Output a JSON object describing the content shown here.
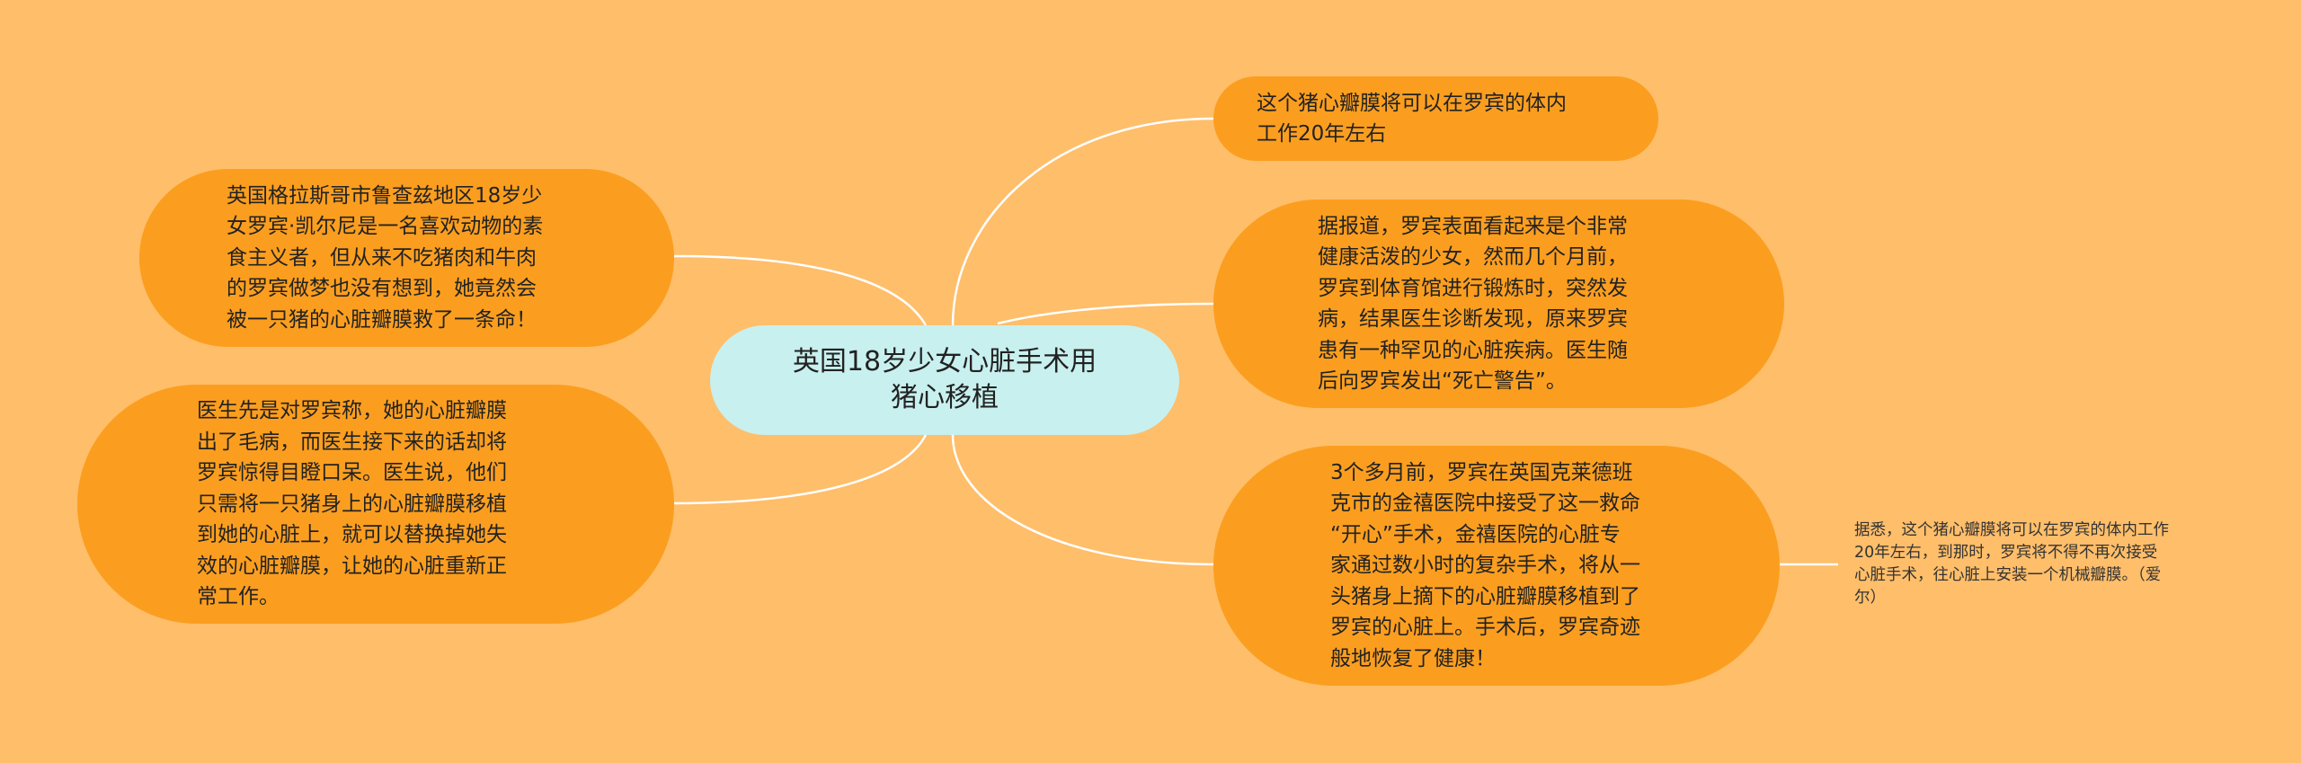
{
  "colors": {
    "background": "#ffbe6a",
    "center_fill": "#c8f0ef",
    "branch_fill": "#fb9e1f",
    "connector": "#ffffff"
  },
  "center": {
    "text": "英国18岁少女心脏手术用\n猪心移植"
  },
  "branches": {
    "right_1": {
      "text": "这个猪心瓣膜将可以在罗宾的体内\n工作20年左右"
    },
    "right_2": {
      "text": "据报道，罗宾表面看起来是个非常\n健康活泼的少女，然而几个月前，\n罗宾到体育馆进行锻炼时，突然发\n病，结果医生诊断发现，原来罗宾\n患有一种罕见的心脏疾病。医生随\n后向罗宾发出“死亡警告”。"
    },
    "right_3": {
      "text": "3个多月前，罗宾在英国克莱德班\n克市的金禧医院中接受了这一救命\n“开心”手术，金禧医院的心脏专\n家通过数小时的复杂手术，将从一\n头猪身上摘下的心脏瓣膜移植到了\n罗宾的心脏上。手术后，罗宾奇迹\n般地恢复了健康！"
    },
    "right_3_note": {
      "text": "据悉，这个猪心瓣膜将可以在罗宾的体内工作\n20年左右，到那时，罗宾将不得不再次接受\n心脏手术，往心脏上安装一个机械瓣膜。（爱\n尔）"
    },
    "left_1": {
      "text": "英国格拉斯哥市鲁查兹地区18岁少\n女罗宾·凯尔尼是一名喜欢动物的素\n食主义者，但从来不吃猪肉和牛肉\n的罗宾做梦也没有想到，她竟然会\n被一只猪的心脏瓣膜救了一条命！"
    },
    "left_2": {
      "text": "医生先是对罗宾称，她的心脏瓣膜\n出了毛病，而医生接下来的话却将\n罗宾惊得目瞪口呆。医生说，他们\n只需将一只猪身上的心脏瓣膜移植\n到她的心脏上，就可以替换掉她失\n效的心脏瓣膜，让她的心脏重新正\n常工作。"
    }
  }
}
